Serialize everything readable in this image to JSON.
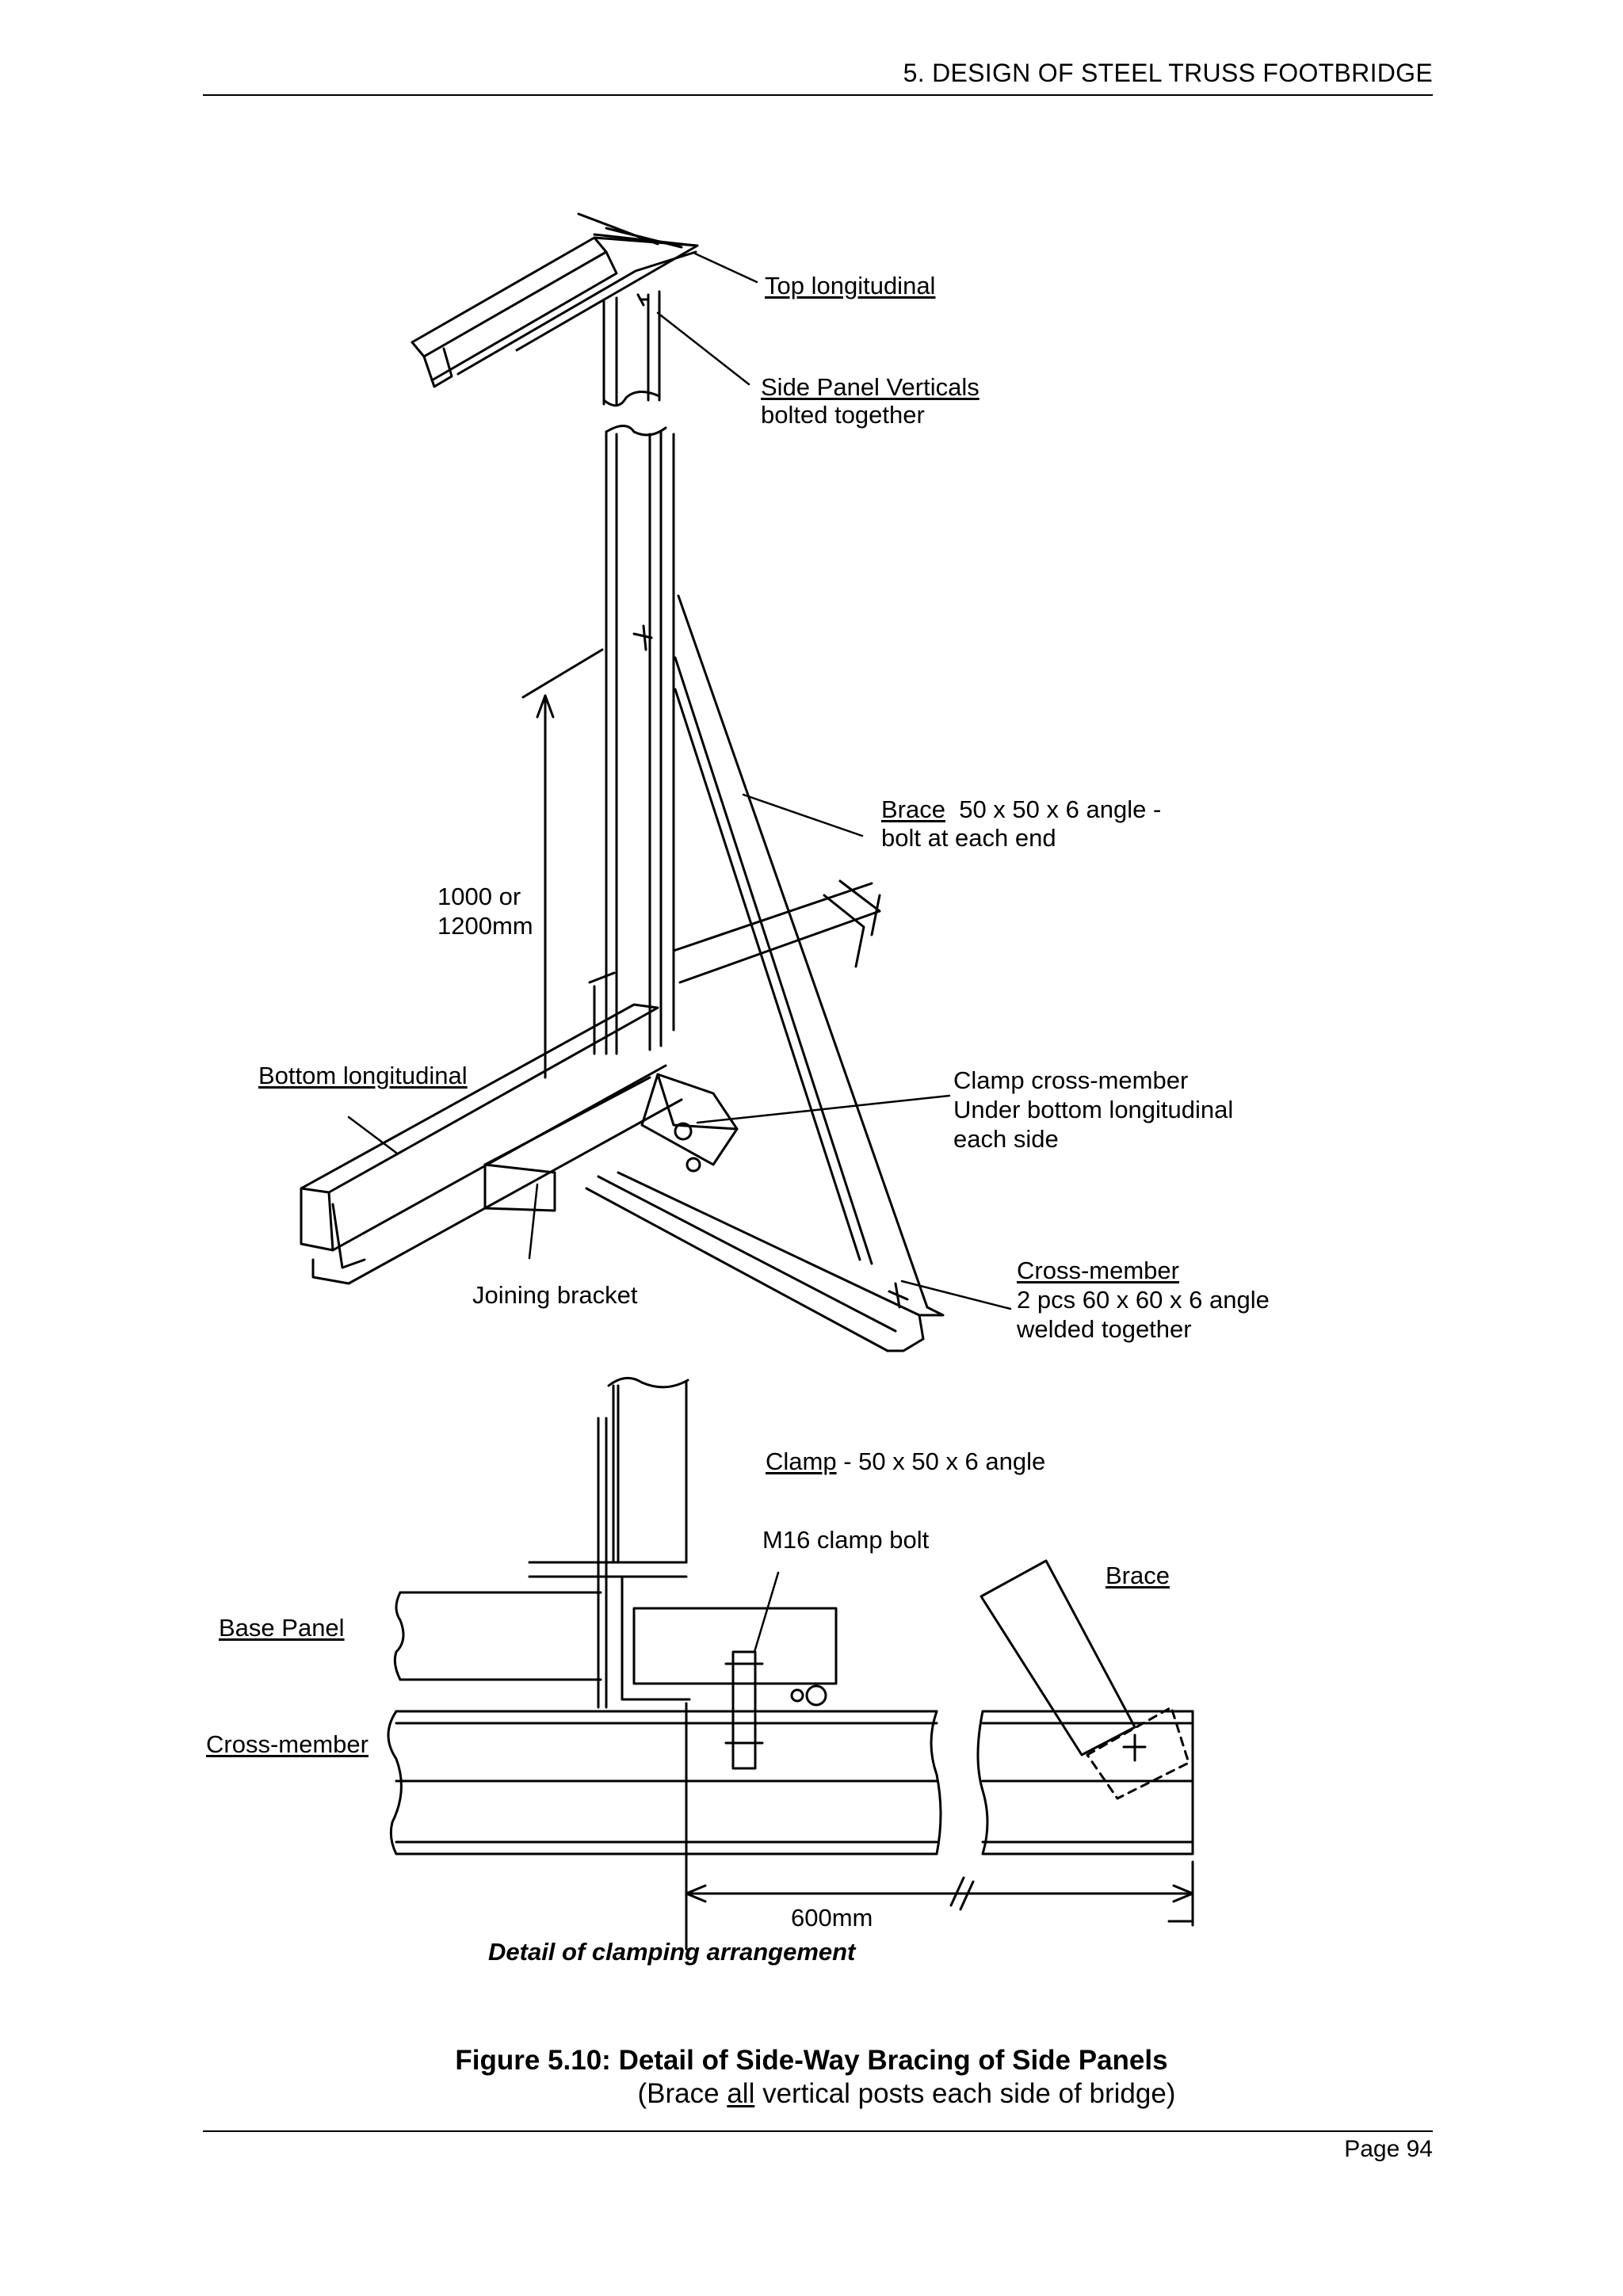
{
  "header": {
    "running_title": "5.  DESIGN OF STEEL TRUSS FOOTBRIDGE"
  },
  "footer": {
    "page_label": "Page 94"
  },
  "figure": {
    "title": "Figure 5.10:  Detail of Side-Way Bracing of Side Panels",
    "subtitle_before": "(Brace ",
    "subtitle_emphasis": "all",
    "subtitle_after": " vertical posts each side of bridge)"
  },
  "upper_drawing": {
    "top_longitudinal": "Top longitudinal",
    "side_panel_verticals": "Side Panel Verticals",
    "side_panel_verticals_note": "bolted together",
    "brace_title": "Brace",
    "brace_spec": "  50 x 50 x 6 angle -",
    "brace_note": "bolt at each end",
    "height_line1": "1000 or",
    "height_line2": "1200mm",
    "bottom_longitudinal": "Bottom longitudinal",
    "clamp_line1": "Clamp cross-member",
    "clamp_line2": "Under bottom longitudinal",
    "clamp_line3": "each side",
    "joining_bracket": "Joining bracket",
    "cross_member_title": "Cross-member",
    "cross_member_spec": "2 pcs 60 x 60 x 6 angle",
    "cross_member_note": "welded together"
  },
  "lower_drawing": {
    "clamp_title": "Clamp",
    "clamp_spec": " - 50 x 50 x 6 angle",
    "clamp_bolt": "M16 clamp bolt",
    "brace": "Brace",
    "base_panel": "Base Panel",
    "cross_member": "Cross-member",
    "dimension": "600mm",
    "detail_title": "Detail of clamping arrangement"
  }
}
